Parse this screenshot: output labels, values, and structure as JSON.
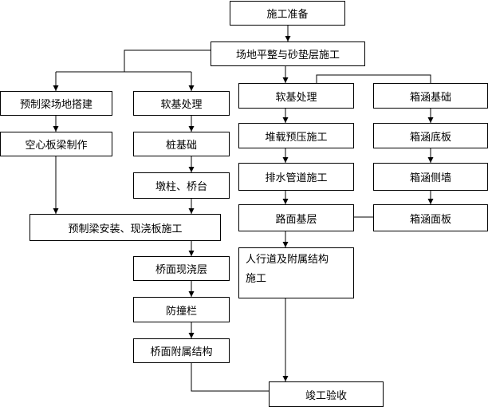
{
  "colors": {
    "line": "#000000",
    "box_border": "#000000",
    "background": "#ffffff"
  },
  "nodes": {
    "prep": "施工准备",
    "site": "场地平整与砂垫层施工",
    "precast_yard": "预制梁场地搭建",
    "hollow_slab": "空心板梁制作",
    "soft_left": "软基处理",
    "pile": "桩基础",
    "pier": "墩柱、桥台",
    "beam_install": "预制梁安装、现浇板施工",
    "deck_cast": "桥面现浇层",
    "barrier": "防撞栏",
    "deck_attach": "桥面附属结构",
    "soft_mid": "软基处理",
    "surcharge": "堆载预压施工",
    "drainage": "排水管道施工",
    "road_base": "路面基层",
    "sidewalk_line1": "人行道及附属结构",
    "sidewalk_line2": "施工",
    "culvert_base": "箱涵基础",
    "culvert_floor": "箱涵底板",
    "culvert_wall": "箱涵侧墙",
    "culvert_top": "箱涵面板",
    "complete": "竣工验收"
  }
}
